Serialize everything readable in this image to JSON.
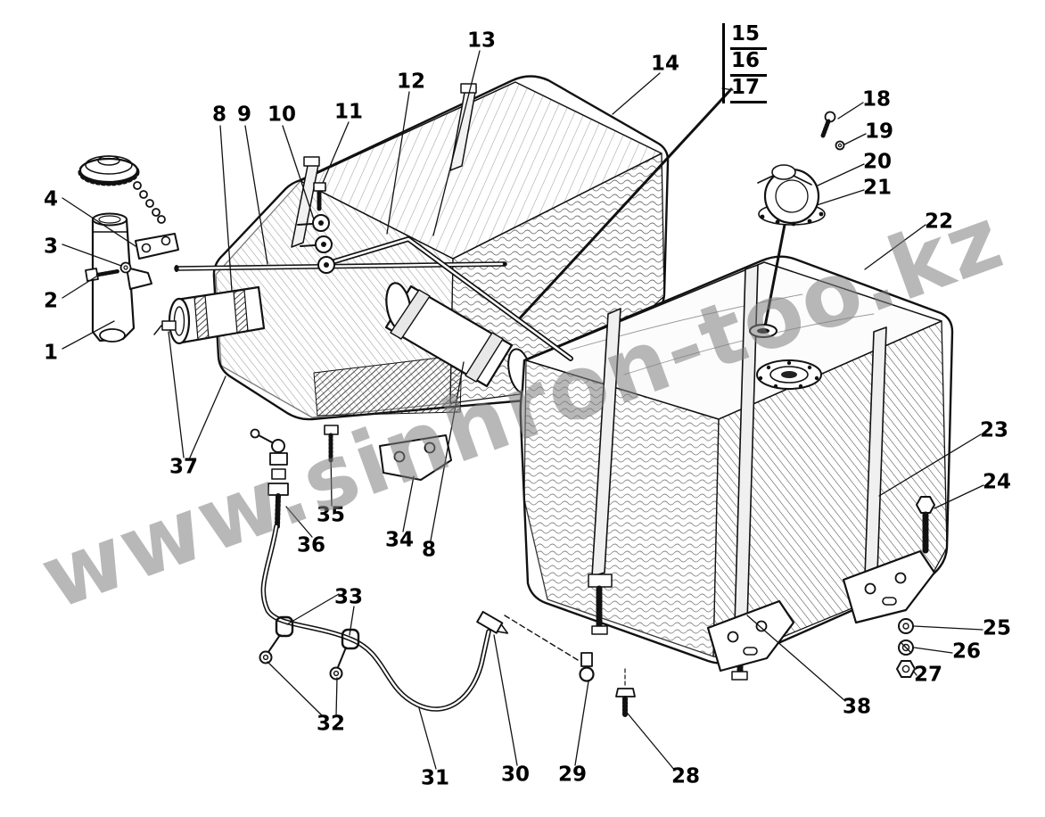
{
  "watermark": {
    "text": "www.sinhron-too.kz"
  },
  "callouts": {
    "c1": "1",
    "c2": "2",
    "c3": "3",
    "c4": "4",
    "c8a": "8",
    "c8b": "8",
    "c9": "9",
    "c10": "10",
    "c11": "11",
    "c12": "12",
    "c13": "13",
    "c14": "14",
    "c15": "15",
    "c16": "16",
    "c17": "17",
    "c18": "18",
    "c19": "19",
    "c20": "20",
    "c21": "21",
    "c22": "22",
    "c23": "23",
    "c24": "24",
    "c25": "25",
    "c26": "26",
    "c27": "27",
    "c28": "28",
    "c29": "29",
    "c30": "30",
    "c31": "31",
    "c32": "32",
    "c33": "33",
    "c34": "34",
    "c35": "35",
    "c36": "36",
    "c37": "37",
    "c38": "38"
  }
}
